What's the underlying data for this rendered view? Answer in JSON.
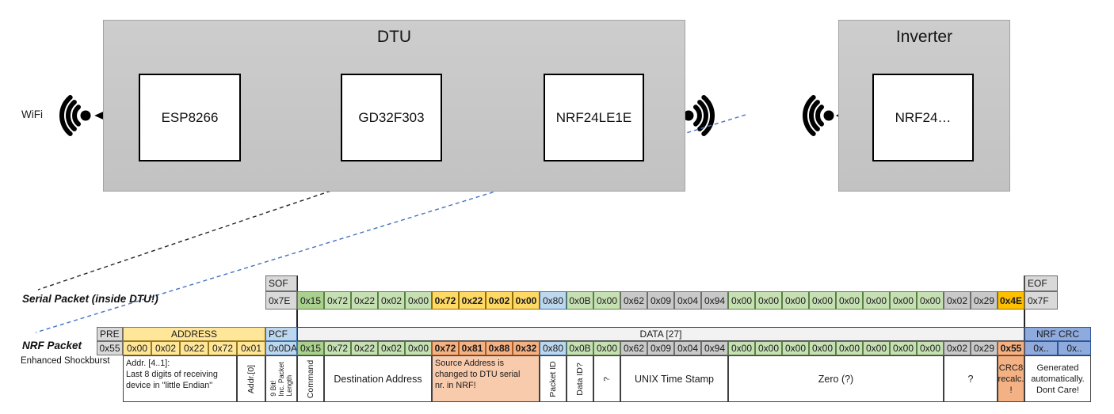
{
  "diagram": {
    "wifi_label": "WiFi",
    "dtu_title": "DTU",
    "inverter_title": "Inverter",
    "dtu_components": {
      "esp": "ESP8266",
      "mcu": "GD32F303",
      "radio": "NRF24LE1E"
    },
    "inverter_component": "NRF24…",
    "colors": {
      "serial_tx_arrow": "#ED7D31",
      "serial_rx_arrow": "#70AD47",
      "radio_link_dash": "#4472C4",
      "serial_link_dash": "#262626",
      "box_fill": "#C9C9C9"
    }
  },
  "serial_packet": {
    "label": "Serial Packet (inside DTU!)",
    "rows": {
      "header": [
        {
          "t": "SOF",
          "c": "c-hdr al",
          "n": "sof-header-cell"
        },
        {
          "t": "",
          "c": "c-blank",
          "w": 27
        },
        {
          "t": "EOF",
          "c": "c-hdr al",
          "n": "eof-header-cell"
        }
      ],
      "values": [
        {
          "t": "0x7E",
          "c": "c-hdr al"
        },
        {
          "t": "0x15",
          "c": "c-cmd"
        },
        {
          "t": "0x72",
          "c": "c-green"
        },
        {
          "t": "0x22",
          "c": "c-green"
        },
        {
          "t": "0x02",
          "c": "c-green"
        },
        {
          "t": "0x00",
          "c": "c-green"
        },
        {
          "t": "0x72",
          "c": "c-gold"
        },
        {
          "t": "0x22",
          "c": "c-gold"
        },
        {
          "t": "0x02",
          "c": "c-gold"
        },
        {
          "t": "0x00",
          "c": "c-gold"
        },
        {
          "t": "0x80",
          "c": "c-pcf"
        },
        {
          "t": "0x0B",
          "c": "c-green"
        },
        {
          "t": "0x00",
          "c": "c-green"
        },
        {
          "t": "0x62",
          "c": "c-gray"
        },
        {
          "t": "0x09",
          "c": "c-gray"
        },
        {
          "t": "0x04",
          "c": "c-gray"
        },
        {
          "t": "0x94",
          "c": "c-gray"
        },
        {
          "t": "0x00",
          "c": "c-green"
        },
        {
          "t": "0x00",
          "c": "c-green"
        },
        {
          "t": "0x00",
          "c": "c-green"
        },
        {
          "t": "0x00",
          "c": "c-green"
        },
        {
          "t": "0x00",
          "c": "c-green"
        },
        {
          "t": "0x00",
          "c": "c-green"
        },
        {
          "t": "0x00",
          "c": "c-green"
        },
        {
          "t": "0x00",
          "c": "c-green"
        },
        {
          "t": "0x02",
          "c": "c-gray"
        },
        {
          "t": "0x29",
          "c": "c-gray"
        },
        {
          "t": "0x4E",
          "c": "c-amber"
        },
        {
          "t": "0x7F",
          "c": "c-hdr al"
        }
      ]
    }
  },
  "nrf_packet": {
    "label": "NRF Packet",
    "sublabel": "Enhanced Shockburst",
    "rows": {
      "header": [
        {
          "t": "PRE",
          "c": "c-hdr al",
          "n": "pre-header-cell"
        },
        {
          "t": "ADDRESS",
          "c": "c-addrh",
          "w": 5,
          "n": "address-header-cell"
        },
        {
          "t": "PCF",
          "c": "c-pcf al",
          "n": "pcf-header-cell"
        },
        {
          "t": "DATA [27]",
          "c": "c-hdrlight",
          "w": 27,
          "n": "data-header-cell"
        },
        {
          "t": "NRF CRC",
          "c": "c-crc",
          "w": 2,
          "n": "crc-header-cell"
        }
      ],
      "values": [
        {
          "t": "0x55",
          "c": "c-hdr"
        },
        {
          "t": "0x00",
          "c": "c-addrh"
        },
        {
          "t": "0x02",
          "c": "c-addrh"
        },
        {
          "t": "0x22",
          "c": "c-addrh"
        },
        {
          "t": "0x72",
          "c": "c-addrh"
        },
        {
          "t": "0x01",
          "c": "c-addrh"
        },
        {
          "t": "0x0DA",
          "c": "c-pcf al"
        },
        {
          "t": "0x15",
          "c": "c-cmd"
        },
        {
          "t": "0x72",
          "c": "c-green"
        },
        {
          "t": "0x22",
          "c": "c-green"
        },
        {
          "t": "0x02",
          "c": "c-green"
        },
        {
          "t": "0x00",
          "c": "c-green"
        },
        {
          "t": "0x72",
          "c": "c-orange"
        },
        {
          "t": "0x81",
          "c": "c-orange"
        },
        {
          "t": "0x88",
          "c": "c-orange"
        },
        {
          "t": "0x32",
          "c": "c-orange"
        },
        {
          "t": "0x80",
          "c": "c-pcf"
        },
        {
          "t": "0x0B",
          "c": "c-green"
        },
        {
          "t": "0x00",
          "c": "c-green"
        },
        {
          "t": "0x62",
          "c": "c-gray"
        },
        {
          "t": "0x09",
          "c": "c-gray"
        },
        {
          "t": "0x04",
          "c": "c-gray"
        },
        {
          "t": "0x94",
          "c": "c-gray"
        },
        {
          "t": "0x00",
          "c": "c-green"
        },
        {
          "t": "0x00",
          "c": "c-green"
        },
        {
          "t": "0x00",
          "c": "c-green"
        },
        {
          "t": "0x00",
          "c": "c-green"
        },
        {
          "t": "0x00",
          "c": "c-green"
        },
        {
          "t": "0x00",
          "c": "c-green"
        },
        {
          "t": "0x00",
          "c": "c-green"
        },
        {
          "t": "0x00",
          "c": "c-green"
        },
        {
          "t": "0x02",
          "c": "c-gray"
        },
        {
          "t": "0x29",
          "c": "c-gray"
        },
        {
          "t": "0x55",
          "c": "c-orange"
        },
        {
          "t": "0x..",
          "c": "c-crc"
        },
        {
          "t": "0x..",
          "c": "c-crc"
        }
      ],
      "notes": [
        {
          "t": "",
          "c": "c-blank"
        },
        {
          "t": "Addr. [4..1]:\nLast 8 digits of receiving\ndevice in \"little Endian\"",
          "c": "n-left",
          "w": 4
        },
        {
          "t": "Addr.[0]",
          "c": "v"
        },
        {
          "t": "9 Bit!\nInc. Packet\nLength",
          "c": "v vs"
        },
        {
          "t": "Command",
          "c": "v"
        },
        {
          "t": "Destination Address",
          "c": "n-center",
          "w": 4
        },
        {
          "t": "Source Address is\nchanged to DTU serial\nnr. in NRF!",
          "c": "n-left c-noteor",
          "w": 4
        },
        {
          "t": "Packet ID",
          "c": "v"
        },
        {
          "t": "Data ID?",
          "c": "v"
        },
        {
          "t": "?",
          "c": "v"
        },
        {
          "t": "UNIX Time Stamp",
          "c": "n-center",
          "w": 4
        },
        {
          "t": "Zero (?)",
          "c": "n-center",
          "w": 8
        },
        {
          "t": "?",
          "c": "n-center",
          "w": 2
        },
        {
          "t": "CRC8\nrecalc.\n!",
          "c": "n-centersm c-notecrc"
        },
        {
          "t": "Generated\nautomatically.\nDont Care!",
          "c": "n-centersm",
          "w": 2
        }
      ]
    }
  }
}
